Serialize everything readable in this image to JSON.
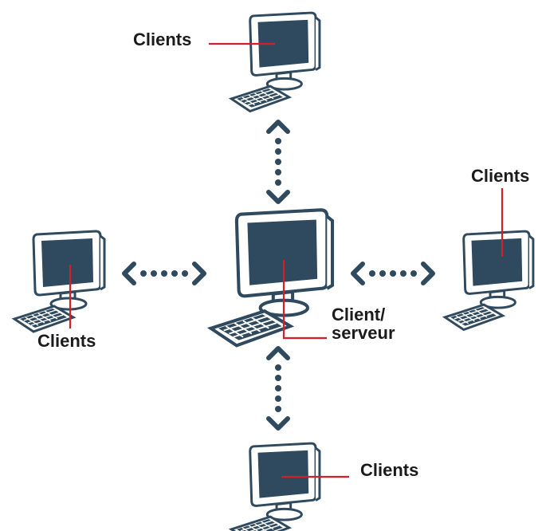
{
  "labels": {
    "top": "Clients",
    "left": "Clients",
    "right": "Clients",
    "bottom": "Clients",
    "center_line1": "Client/",
    "center_line2": "serveur"
  },
  "colors": {
    "monitor_fill": "#2f4a5e",
    "monitor_outline": "#2f4a5e",
    "monitor_bezel": "#ffffff",
    "leader_line": "#d31f2a",
    "arrow": "#2f4a5e",
    "text": "#1b1b1b"
  },
  "icons": [
    "computer-icon",
    "keyboard-icon",
    "bidirectional-dotted-arrow"
  ]
}
